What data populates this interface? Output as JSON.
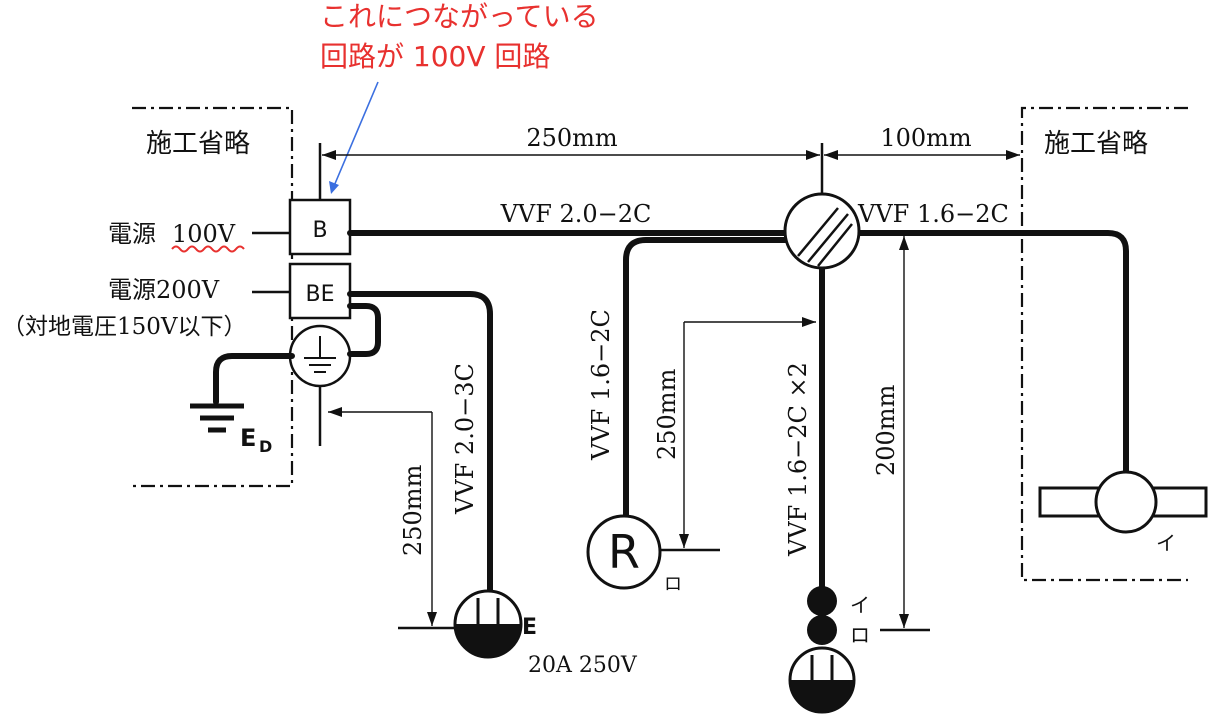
{
  "annotation": {
    "line1": "これにつながっている",
    "line2": "回路が 100V 回路",
    "arrow_color": "#3b6fe0",
    "text_color": "#e8312f"
  },
  "omitted_left": "施工省略",
  "omitted_right": "施工省略",
  "sources": {
    "v100_prefix": "電源",
    "v100_value": "100V",
    "v200": "電源200V",
    "v200_note": "（対地電圧150V以下）"
  },
  "breakers": {
    "b": "B",
    "be": "BE"
  },
  "ground": {
    "label_main": "E",
    "label_sub": "D"
  },
  "dimensions": {
    "top_left": "250mm",
    "top_right": "100mm",
    "outlet_drop": "250mm",
    "receptacle_drop": "250mm",
    "right_drop": "200mm"
  },
  "cables": {
    "main": "VVF 2.0−2C",
    "right": "VVF 1.6−2C",
    "outlet": "VVF 2.0−3C",
    "receptacle": "VVF 1.6−2C",
    "switch": "VVF 1.6−2C ×2"
  },
  "devices": {
    "receptacle_symbol": "R",
    "receptacle_tag": "ロ",
    "outlet_tag": "E",
    "outlet_rating": "20A 250V",
    "switch_tag1": "イ",
    "switch_tag2": "ロ",
    "lamp_tag": "イ"
  }
}
